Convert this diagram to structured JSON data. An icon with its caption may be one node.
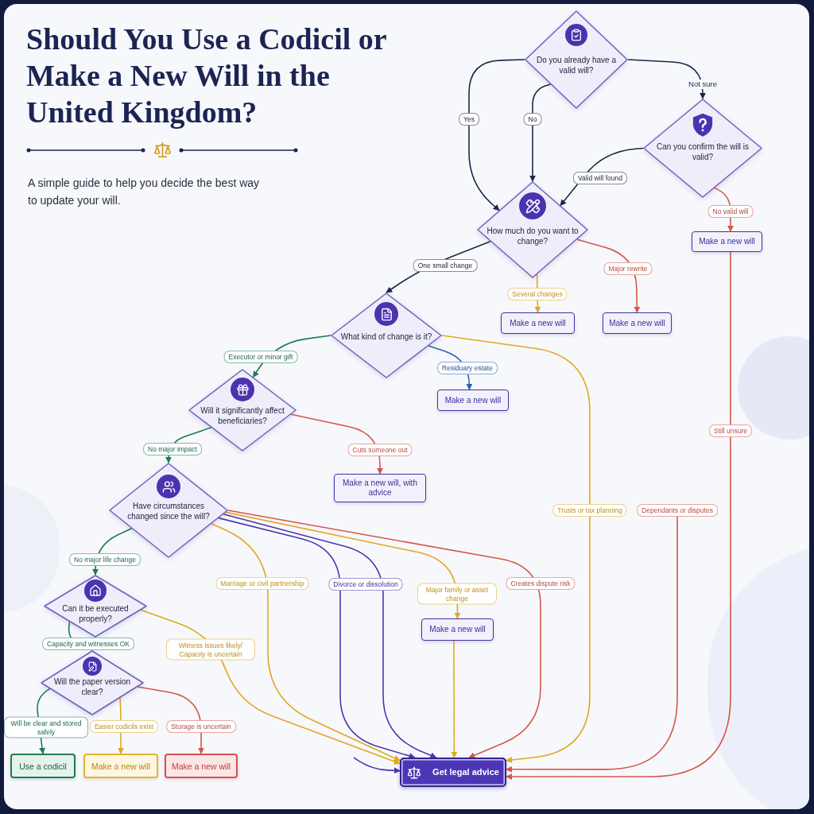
{
  "diagram": {
    "title": "Should You Use a Codicil or Make a New Will in the United Kingdom?",
    "nodes": [
      {
        "text": [
          "Do you already have a valid will?"
        ]
      },
      {
        "text": [
          "Can you confirm the will is valid?"
        ]
      },
      {
        "text": [
          "How much do you want to change?"
        ]
      },
      {
        "text": [
          "Make a new will"
        ]
      },
      {
        "text": [
          "What kind of change is it?"
        ]
      },
      {
        "text": [
          "Make a new will"
        ]
      },
      {
        "text": [
          "Make a new will"
        ]
      },
      {
        "text": [
          "Make a new will"
        ]
      },
      {
        "text": [
          "Will it significantly affect beneficiaries?"
        ]
      },
      {
        "text": [
          "Make a new will, with advice"
        ]
      },
      {
        "text": [
          "Have circumstances changed since the will?"
        ]
      },
      {
        "text": [
          "Make a new will"
        ]
      },
      {
        "text": [
          "Can it be executed properly?"
        ]
      },
      {
        "text": [
          "Will the paper version clear?"
        ]
      },
      {
        "text": [
          "Use a codicil"
        ]
      },
      {
        "text": [
          "Make a new will"
        ]
      },
      {
        "text": [
          "Make a new will"
        ]
      },
      {
        "text": [
          "Get legal advice"
        ]
      }
    ],
    "edges": [
      {
        "from": 0,
        "to": 2,
        "arrow": "to",
        "label": "Yes",
        "color": "#1e2748"
      },
      {
        "from": 0,
        "to": 2,
        "arrow": "to",
        "label": "No",
        "color": "#1e2748"
      },
      {
        "from": 0,
        "to": 1,
        "arrow": "to",
        "label": "Not sure",
        "color": "#1e2748"
      },
      {
        "from": 1,
        "to": 2,
        "arrow": "to",
        "label": "Valid will found",
        "color": "#1e2748"
      },
      {
        "from": 1,
        "to": 3,
        "arrow": "to",
        "label": "No valid will",
        "color": "#d4574a"
      },
      {
        "from": 2,
        "to": 4,
        "arrow": "to",
        "label": "One small change",
        "color": "#1e2748"
      },
      {
        "from": 2,
        "to": 5,
        "arrow": "to",
        "label": "Several changes",
        "color": "#e0a820"
      },
      {
        "from": 2,
        "to": 6,
        "arrow": "to",
        "label": "Major rewrite",
        "color": "#d4574a"
      },
      {
        "from": 4,
        "to": 8,
        "arrow": "to",
        "label": "Executor or minor gift",
        "color": "#1f7a57"
      },
      {
        "from": 4,
        "to": 7,
        "arrow": "to",
        "label": "Residuary estate",
        "color": "#2d62b0"
      },
      {
        "from": 4,
        "to": 17,
        "arrow": "to",
        "label": "Trusts or tax planning",
        "color": "#e0a820"
      },
      {
        "from": 3,
        "to": 17,
        "arrow": "to",
        "label": "Still unsure",
        "color": "#d4574a"
      },
      {
        "from": null,
        "to": 17,
        "arrow": "to",
        "label": "Dependants or disputes",
        "color": "#d4574a"
      },
      {
        "from": 8,
        "to": 10,
        "arrow": "to",
        "label": "No major impact",
        "color": "#1f7a57"
      },
      {
        "from": 8,
        "to": 9,
        "arrow": "to",
        "label": "Cuts someone out",
        "color": "#d4574a"
      },
      {
        "from": 10,
        "to": 12,
        "arrow": "to",
        "label": "No major life change",
        "color": "#1f7a57"
      },
      {
        "from": 10,
        "to": 17,
        "arrow": "to",
        "label": "Marriage or civil partnership",
        "color": "#e0a820"
      },
      {
        "from": 10,
        "to": 17,
        "arrow": "to",
        "label": "Divorce or dissolution",
        "color": "#4a38b0"
      },
      {
        "from": 10,
        "to": 17,
        "arrow": "to",
        "color": "#4a38b0"
      },
      {
        "from": 10,
        "to": 11,
        "arrow": "to",
        "label": "Major family or asset change",
        "color": "#e0a820"
      },
      {
        "from": 10,
        "to": 17,
        "arrow": "to",
        "label": "Creates dispute risk",
        "color": "#d4574a"
      },
      {
        "from": 11,
        "to": 17,
        "arrow": "to",
        "color": "#e0a820"
      },
      {
        "from": 12,
        "to": 13,
        "arrow": "none",
        "label": "Capacity and witnesses OK",
        "color": "#1f7a57"
      },
      {
        "from": 12,
        "to": 17,
        "arrow": "to",
        "label": "Witness issues likely/ Capacity is uncertain",
        "color": "#e0a820"
      },
      {
        "from": 13,
        "to": 14,
        "arrow": "to",
        "label": "Will be clear and stored safely",
        "color": "#1f7a57"
      },
      {
        "from": 13,
        "to": 15,
        "arrow": "to",
        "label": "Easier codicils exist",
        "color": "#e0a820"
      },
      {
        "from": 13,
        "to": 16,
        "arrow": "to",
        "label": "Storage is uncertain",
        "color": "#d4574a"
      },
      {
        "from": null,
        "to": 17,
        "arrow": "to",
        "color": "#4a38b0"
      }
    ],
    "labels": [
      "A simple guide to help you decide the best way to update your will."
    ]
  }
}
